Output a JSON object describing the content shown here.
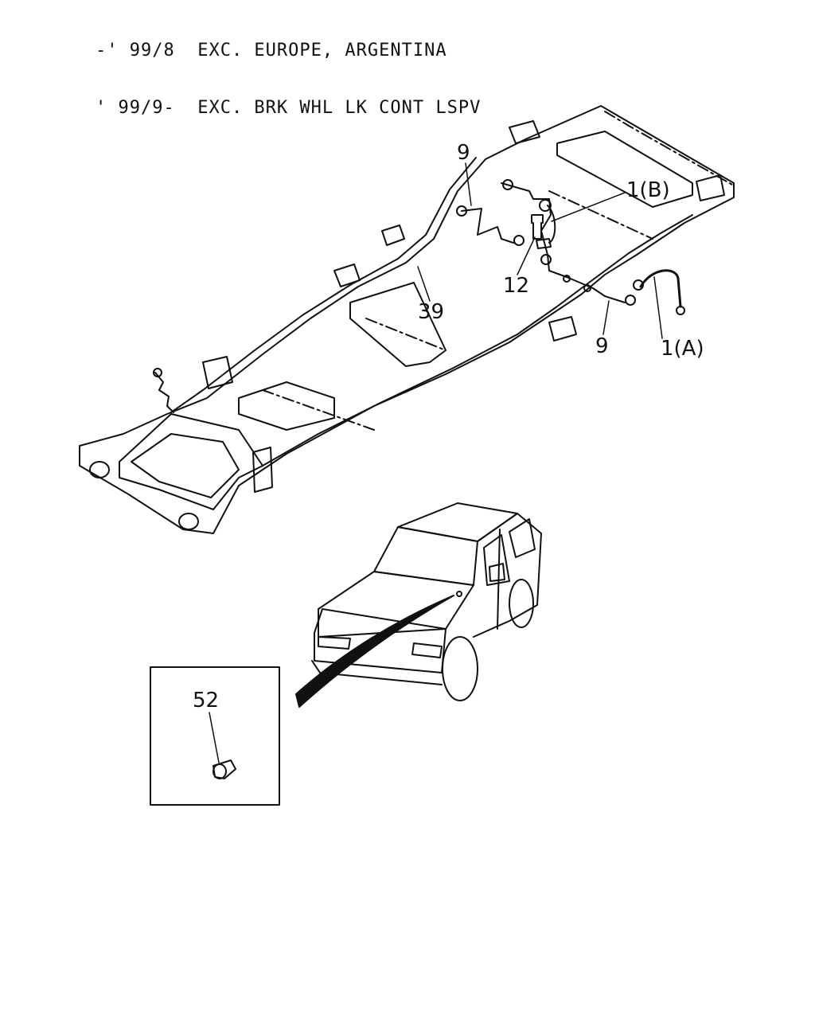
{
  "header": {
    "line1": "-' 99/8  EXC. EUROPE, ARGENTINA",
    "line2": "' 99/9-  EXC. BRK WHL LK CONT LSPV"
  },
  "callouts": {
    "c9_upper": "9",
    "c1b": "1(B)",
    "c12": "12",
    "c39": "39",
    "c9_lower": "9",
    "c1a": "1(A)",
    "c52": "52"
  },
  "colors": {
    "line": "#111111",
    "background": "#ffffff"
  }
}
